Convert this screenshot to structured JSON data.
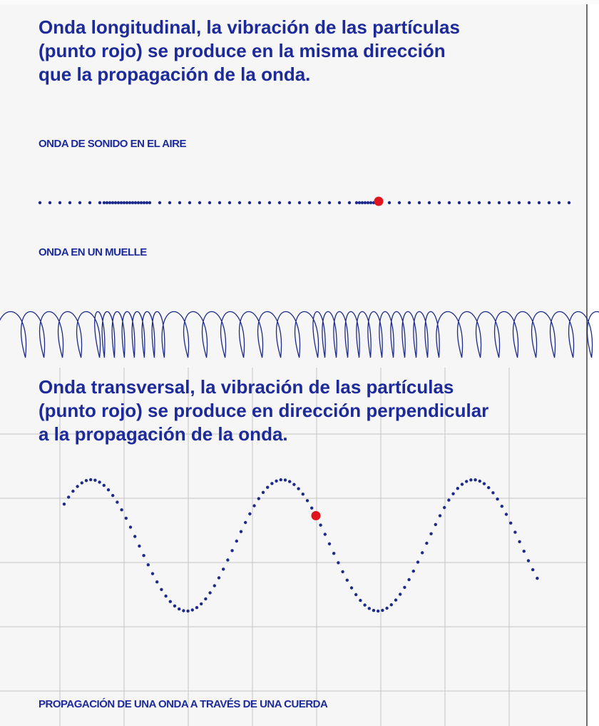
{
  "longitudinal": {
    "heading_lines": [
      "Onda longitudinal, la vibración de las partículas",
      "(punto rojo) se produce en la misma dirección",
      "que la propagación de la onda."
    ],
    "sound_label": "ONDA DE SONIDO EN EL AIRE",
    "spring_label": "ONDA EN UN MUELLE"
  },
  "transversal": {
    "heading_lines": [
      "Onda transversal, la vibración de las partículas",
      "(punto rojo) se produce en dirección perpendicular",
      "a la propagación de la onda."
    ],
    "rope_label": "PROPAGACIÓN DE UNA ONDA A TRAVÉS DE UNA CUERDA"
  },
  "colors": {
    "text": "#1c2a9a",
    "particle": "#1c2a8a",
    "highlight": "#e0141e",
    "grid": "#c4c4c4"
  }
}
